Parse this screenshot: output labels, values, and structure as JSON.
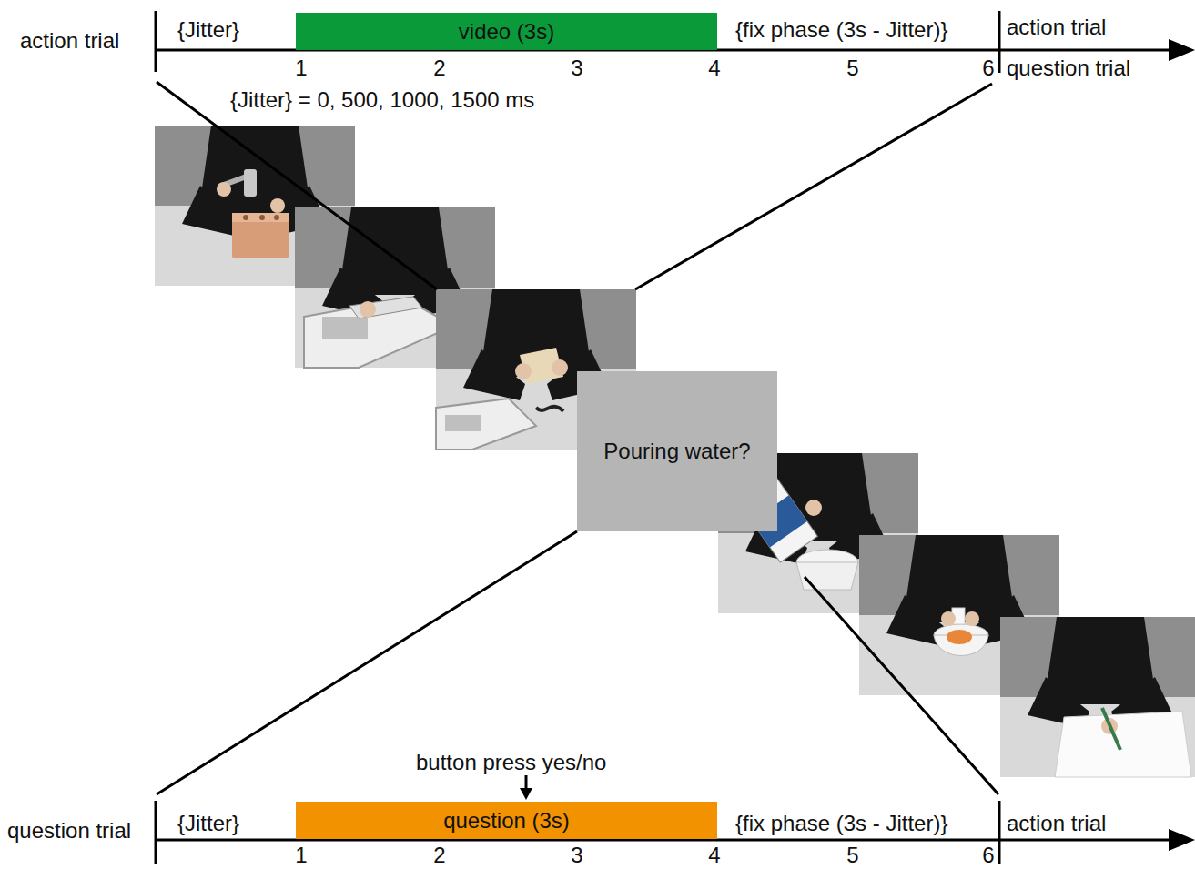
{
  "diagram": {
    "nodes": [
      {
        "text": [
          "video (3s)"
        ]
      },
      {
        "text": [
          "Pouring water?"
        ]
      },
      {
        "text": [
          "question (3s)"
        ]
      }
    ],
    "labels": [
      "action trial",
      "{Jitter}",
      "{fix phase (3s - Jitter)}",
      "action trial",
      "question trial",
      "1",
      "2",
      "3",
      "4",
      "5",
      "6",
      "{Jitter} = 0, 500, 1000, 1500 ms",
      "button press yes/no",
      "question trial",
      "{Jitter}",
      "{fix phase (3s - Jitter)}",
      "action trial",
      "1",
      "2",
      "3",
      "4",
      "5",
      "6"
    ]
  }
}
